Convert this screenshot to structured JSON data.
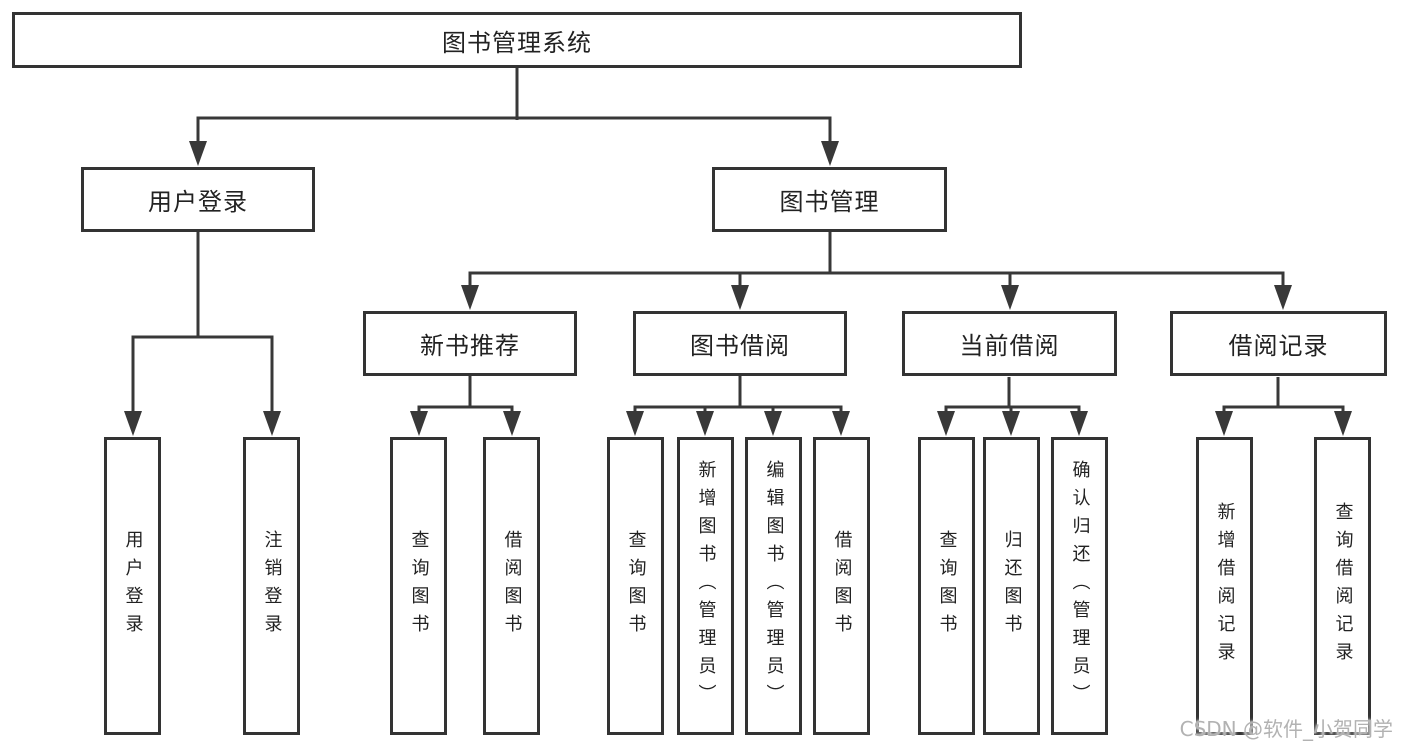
{
  "tree": {
    "root": "图书管理系统",
    "level1": [
      "用户登录",
      "图书管理"
    ],
    "level2": [
      "新书推荐",
      "图书借阅",
      "当前借阅",
      "借阅记录"
    ],
    "leaves_user_login": [
      "用户登录",
      "注销登录"
    ],
    "leaves_new_book": [
      "查询图书",
      "借阅图书"
    ],
    "leaves_book_borrow": [
      "查询图书",
      "新增图书（管理员）",
      "编辑图书（管理员）",
      "借阅图书"
    ],
    "leaves_current_borrow": [
      "查询图书",
      "归还图书",
      "确认归还（管理员）"
    ],
    "leaves_borrow_record": [
      "新增借阅记录",
      "查询借阅记录"
    ]
  },
  "watermark": "CSDN @软件_小贺同学",
  "colors": {
    "line": "#383838",
    "box_border": "#333333",
    "box_fill": "#ffffff",
    "text": "#222222",
    "watermark": "#b2b2b2",
    "background": "#ffffff"
  }
}
